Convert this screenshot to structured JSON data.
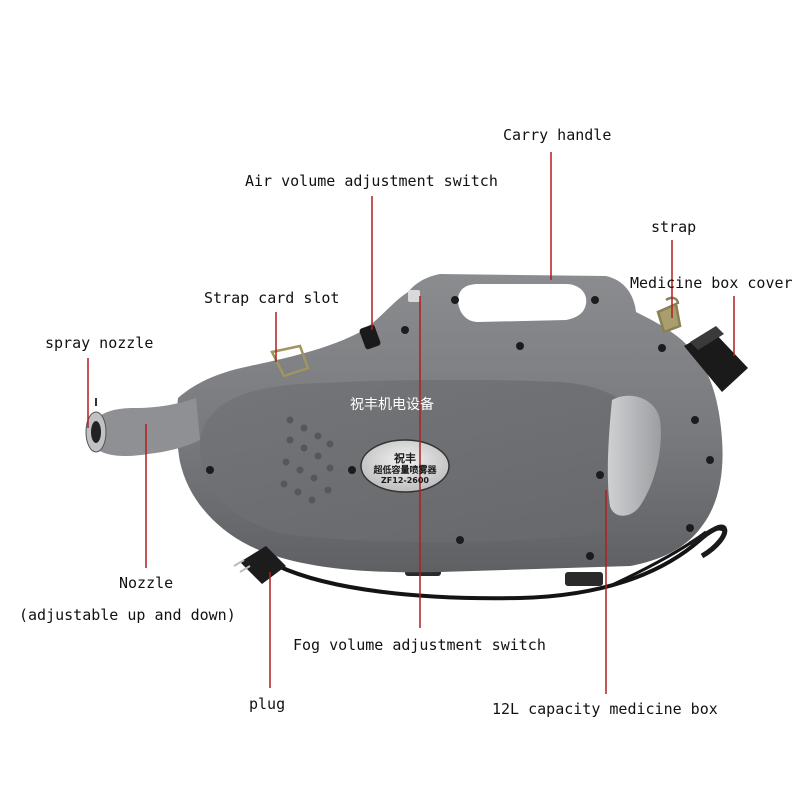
{
  "labels": {
    "carry_handle": "Carry handle",
    "air_volume_switch": "Air volume adjustment switch",
    "strap": "strap",
    "strap_card_slot": "Strap card slot",
    "medicine_box_cover": "Medicine box cover",
    "spray_nozzle": "spray nozzle",
    "nozzle": "Nozzle",
    "nozzle_note": "(adjustable up and down)",
    "fog_volume_switch": "Fog volume adjustment switch",
    "plug": "plug",
    "medicine_box": "12L capacity medicine box"
  },
  "product": {
    "brand_watermark": "祝丰机电设备",
    "plate_brand": "祝丰",
    "plate_name": "超低容量喷雾器",
    "plate_model": "ZF12-2600"
  },
  "colors": {
    "body": "#7b7d80",
    "leader_line": "#b01e1e"
  }
}
